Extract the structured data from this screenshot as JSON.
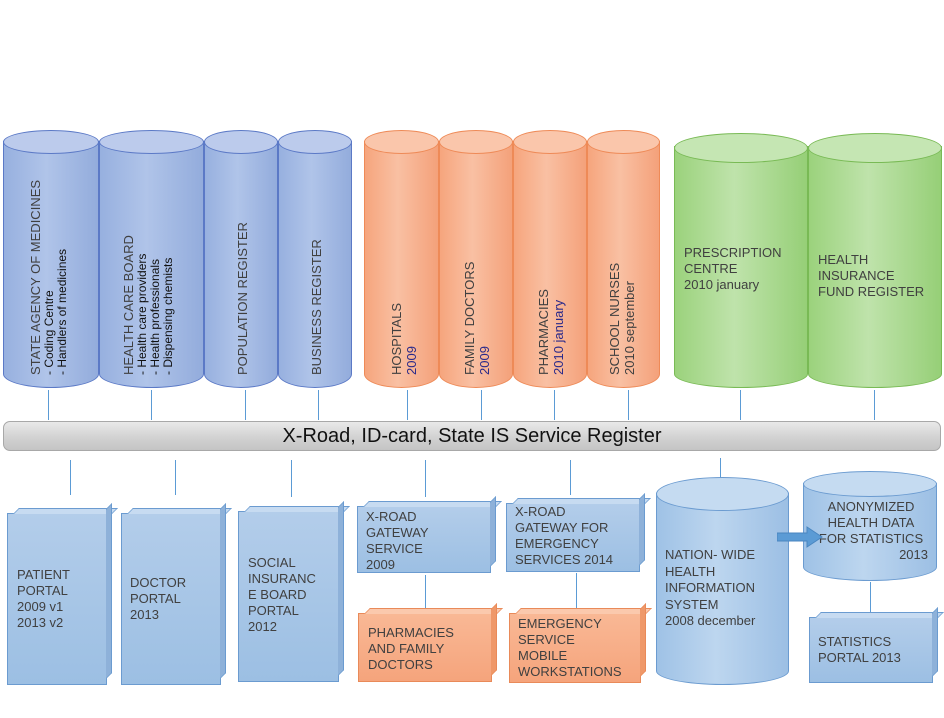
{
  "top_row": {
    "state_agency": {
      "title": "STATE AGENCY  OF MEDICINES",
      "items": [
        "- Coding Centre",
        "- Handlers of medicines"
      ]
    },
    "health_care_board": {
      "title": "HEALTH CARE BOARD",
      "items": [
        "- Health care providers",
        "- Health professionals",
        "- Dispensing chemists"
      ]
    },
    "population_register": {
      "title": "POPULATION REGISTER"
    },
    "business_register": {
      "title": "BUSINESS   REGISTER"
    },
    "hospitals": {
      "title": "HOSPITALS",
      "year": "2009"
    },
    "family_doctors": {
      "title": "FAMILY DOCTORS",
      "year": "2009"
    },
    "pharmacies": {
      "title": "PHARMACIES",
      "year": "2010 january"
    },
    "school_nurses": {
      "title": "SCHOOL NURSES",
      "year": "2010 september"
    },
    "prescription_centre": {
      "text": "PRESCRIPTION\nCENTRE\n2010 january"
    },
    "health_insurance": {
      "text": "HEALTH INSURANCE\nFUND REGISTER"
    }
  },
  "bus": {
    "label": "X-Road, ID-card, State IS Service Register"
  },
  "bottom_row": {
    "patient_portal": "PATIENT\nPORTAL\n2009 v1\n2013 v2",
    "doctor_portal": "DOCTOR\nPORTAL\n2013",
    "social_insurance": "SOCIAL\nINSURANC\nE BOARD\nPORTAL\n2012",
    "xroad_gateway": "X-ROAD\nGATEWAY\nSERVICE\n2009",
    "pharmacies_family": "PHARMACIES\nAND FAMILY\nDOCTORS",
    "xroad_emergency": "X-ROAD\nGATEWAY FOR\nEMERGENCY\nSERVICES  2014",
    "emergency_mobile": "EMERGENCY\nSERVICE\nMOBILE\nWORKSTATIONS",
    "nationwide_his": "NATION- WIDE\nHEALTH\nINFORMATION\nSYSTEM\n2008 december",
    "anonymized": {
      "line1": "ANONYMIZED",
      "line2": "HEALTH DATA",
      "line3": "FOR STATISTICS",
      "year": "2013"
    },
    "statistics_portal": "STATISTICS\nPORTAL 2013"
  }
}
